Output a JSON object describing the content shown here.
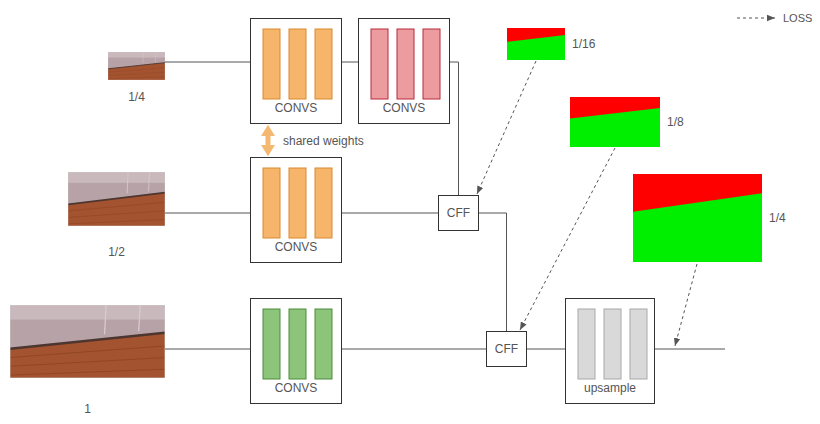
{
  "diagram": {
    "nodes": [
      {
        "text": [
          "1/4"
        ]
      },
      {
        "text": [
          "CONVS"
        ]
      },
      {
        "text": [
          "CONVS"
        ]
      },
      {
        "text": [
          "1/16"
        ]
      },
      {
        "text": [
          "1/8"
        ]
      },
      {
        "text": [
          "1/2"
        ]
      },
      {
        "text": [
          "CONVS"
        ]
      },
      {
        "text": [
          "CFF"
        ]
      },
      {
        "text": [
          "1/4"
        ]
      },
      {
        "text": [
          "1"
        ]
      },
      {
        "text": [
          "CONVS"
        ]
      },
      {
        "text": [
          "CFF"
        ]
      },
      {
        "text": [
          "upsample"
        ]
      }
    ],
    "edges": [
      {
        "from": 0,
        "to": 1,
        "arrow": "none"
      },
      {
        "from": 1,
        "to": 2,
        "arrow": "none"
      },
      {
        "from": 2,
        "to": 7,
        "arrow": "none"
      },
      {
        "from": 1,
        "to": 6,
        "arrow": "both",
        "label": "shared weights"
      },
      {
        "from": 5,
        "to": 6,
        "arrow": "none"
      },
      {
        "from": 6,
        "to": 7,
        "arrow": "none"
      },
      {
        "from": 3,
        "to": 7,
        "arrow": "to"
      },
      {
        "from": 7,
        "to": 11,
        "arrow": "none"
      },
      {
        "from": 4,
        "to": 11,
        "arrow": "to"
      },
      {
        "from": 9,
        "to": 10,
        "arrow": "none"
      },
      {
        "from": 10,
        "to": 11,
        "arrow": "none"
      },
      {
        "from": 11,
        "to": 12,
        "arrow": "none"
      }
    ],
    "legend": [
      {
        "text": "LOSS"
      }
    ]
  }
}
